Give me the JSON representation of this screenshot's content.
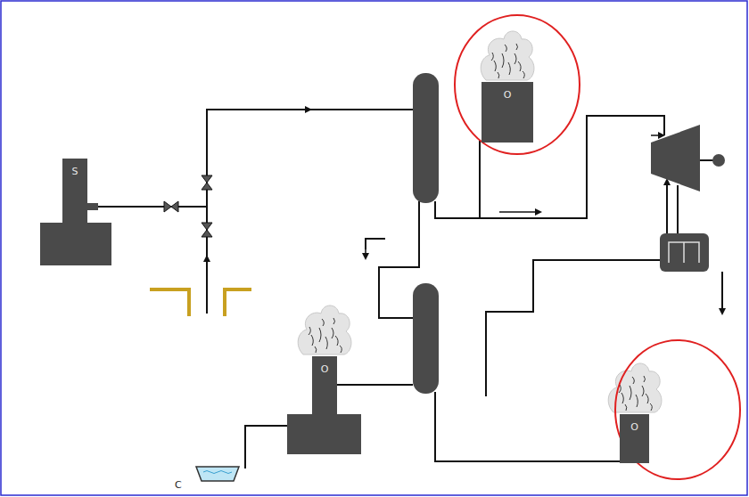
{
  "diagram": {
    "nodes": [
      {
        "text": [
          "S"
        ]
      },
      {
        "text": [
          "O"
        ]
      },
      {
        "text": [
          "O"
        ]
      },
      {
        "text": [
          "O"
        ]
      }
    ],
    "labels": [
      "C"
    ]
  }
}
